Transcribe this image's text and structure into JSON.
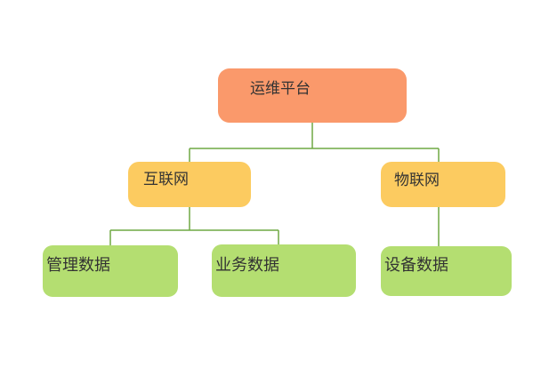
{
  "nodes": {
    "root": {
      "label": "运维平台",
      "level": 1
    },
    "internet": {
      "label": "互联网",
      "level": 2
    },
    "iot": {
      "label": "物联网",
      "level": 2
    },
    "mgmt": {
      "label": "管理数据",
      "level": 3
    },
    "business": {
      "label": "业务数据",
      "level": 3
    },
    "device": {
      "label": "设备数据",
      "level": 3
    }
  },
  "edges": [
    {
      "from": "运维平台",
      "to": "互联网"
    },
    {
      "from": "运维平台",
      "to": "物联网"
    },
    {
      "from": "互联网",
      "to": "管理数据"
    },
    {
      "from": "互联网",
      "to": "业务数据"
    },
    {
      "from": "物联网",
      "to": "设备数据"
    }
  ],
  "colors": {
    "root_fill": "#FA996B",
    "level2_fill": "#FCCB60",
    "level3_fill": "#B4DE71",
    "connector": "#6FA943",
    "text": "#333333",
    "background": "#FFFFFF"
  }
}
